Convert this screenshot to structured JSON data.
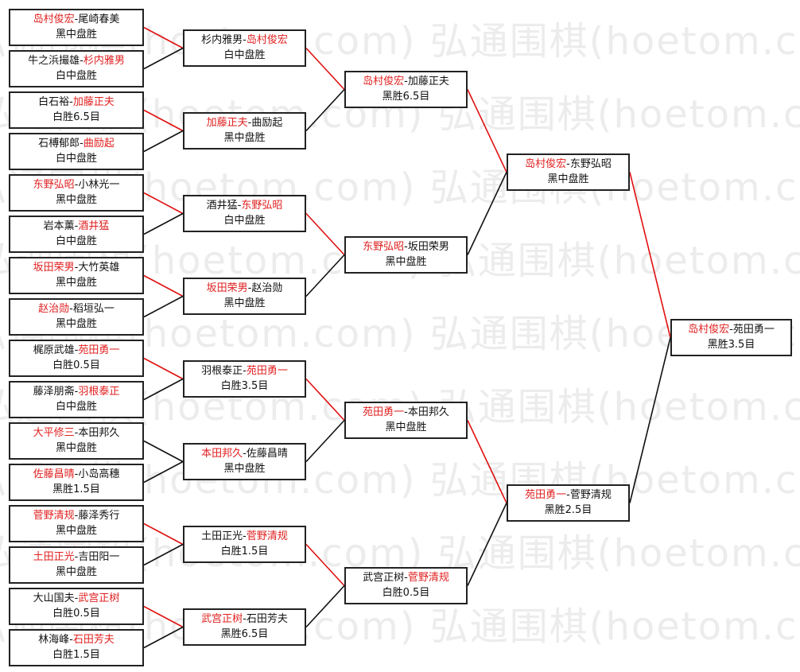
{
  "watermark": "弘通围棋(hoetom.com)",
  "colors": {
    "winner": "#e02020",
    "text": "#111111",
    "win_line": "#e01010",
    "lose_line": "#111111"
  },
  "rounds": [
    {
      "name": "round-1",
      "matches": [
        {
          "players": [
            "岛村俊宏",
            "尾崎春美"
          ],
          "winner": 0,
          "result": "黑中盘胜"
        },
        {
          "players": [
            "牛之浜撮雄",
            "杉内雅男"
          ],
          "winner": 1,
          "result": "白中盘胜"
        },
        {
          "players": [
            "白石裕",
            "加藤正夫"
          ],
          "winner": 1,
          "result": "白胜6.5目"
        },
        {
          "players": [
            "石榑郁郎",
            "曲励起"
          ],
          "winner": 1,
          "result": "白中盘胜"
        },
        {
          "players": [
            "东野弘昭",
            "小林光一"
          ],
          "winner": 0,
          "result": "黑中盘胜"
        },
        {
          "players": [
            "岩本薰",
            "酒井猛"
          ],
          "winner": 1,
          "result": "白中盘胜"
        },
        {
          "players": [
            "坂田荣男",
            "大竹英雄"
          ],
          "winner": 0,
          "result": "黑中盘胜"
        },
        {
          "players": [
            "赵治勋",
            "稻垣弘一"
          ],
          "winner": 0,
          "result": "黑中盘胜"
        },
        {
          "players": [
            "梶原武雄",
            "苑田勇一"
          ],
          "winner": 1,
          "result": "白胜0.5目"
        },
        {
          "players": [
            "藤泽朋斋",
            "羽根泰正"
          ],
          "winner": 1,
          "result": "白中盘胜"
        },
        {
          "players": [
            "大平修三",
            "本田邦久"
          ],
          "winner": 0,
          "result": "黑中盘胜"
        },
        {
          "players": [
            "佐藤昌晴",
            "小岛高穗"
          ],
          "winner": 0,
          "result": "黑胜1.5目"
        },
        {
          "players": [
            "菅野清规",
            "藤泽秀行"
          ],
          "winner": 0,
          "result": "黑中盘胜"
        },
        {
          "players": [
            "土田正光",
            "吉田阳一"
          ],
          "winner": 0,
          "result": "黑中盘胜"
        },
        {
          "players": [
            "大山国夫",
            "武宫正树"
          ],
          "winner": 1,
          "result": "白胜0.5目"
        },
        {
          "players": [
            "林海峰",
            "石田芳夫"
          ],
          "winner": 1,
          "result": "白胜1.5目"
        }
      ]
    },
    {
      "name": "round-2",
      "matches": [
        {
          "players": [
            "杉内雅男",
            "岛村俊宏"
          ],
          "winner": 1,
          "result": "白中盘胜"
        },
        {
          "players": [
            "加藤正夫",
            "曲励起"
          ],
          "winner": 0,
          "result": "黑中盘胜"
        },
        {
          "players": [
            "酒井猛",
            "东野弘昭"
          ],
          "winner": 1,
          "result": "白中盘胜"
        },
        {
          "players": [
            "坂田荣男",
            "赵治勋"
          ],
          "winner": 0,
          "result": "黑中盘胜"
        },
        {
          "players": [
            "羽根泰正",
            "苑田勇一"
          ],
          "winner": 1,
          "result": "白胜3.5目"
        },
        {
          "players": [
            "本田邦久",
            "佐藤昌晴"
          ],
          "winner": 0,
          "result": "黑中盘胜"
        },
        {
          "players": [
            "土田正光",
            "菅野清规"
          ],
          "winner": 1,
          "result": "白胜1.5目"
        },
        {
          "players": [
            "武宫正树",
            "石田芳夫"
          ],
          "winner": 0,
          "result": "黑胜6.5目"
        }
      ]
    },
    {
      "name": "quarterfinal",
      "matches": [
        {
          "players": [
            "岛村俊宏",
            "加藤正夫"
          ],
          "winner": 0,
          "result": "黑胜6.5目"
        },
        {
          "players": [
            "东野弘昭",
            "坂田荣男"
          ],
          "winner": 0,
          "result": "黑中盘胜"
        },
        {
          "players": [
            "苑田勇一",
            "本田邦久"
          ],
          "winner": 0,
          "result": "黑中盘胜"
        },
        {
          "players": [
            "武宫正树",
            "菅野清规"
          ],
          "winner": 1,
          "result": "白胜0.5目"
        }
      ]
    },
    {
      "name": "semifinal",
      "matches": [
        {
          "players": [
            "岛村俊宏",
            "东野弘昭"
          ],
          "winner": 0,
          "result": "黑中盘胜"
        },
        {
          "players": [
            "苑田勇一",
            "菅野清规"
          ],
          "winner": 0,
          "result": "黑胜2.5目"
        }
      ]
    },
    {
      "name": "final",
      "matches": [
        {
          "players": [
            "岛村俊宏",
            "苑田勇一"
          ],
          "winner": 0,
          "result": "黑胜3.5目"
        }
      ]
    }
  ]
}
